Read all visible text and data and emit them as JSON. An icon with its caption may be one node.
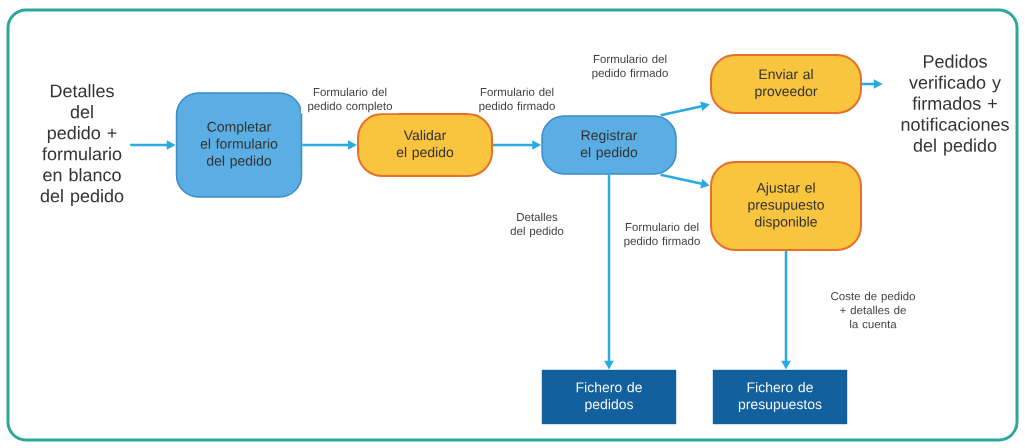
{
  "diagram": {
    "nodes": [
      {
        "text": [
          "Detalles del pedido + formulario en blanco del pedido"
        ]
      },
      {
        "text": [
          "Completar el formulario del pedido"
        ]
      },
      {
        "text": [
          "Validar el pedido"
        ]
      },
      {
        "text": [
          "Registrar el pedido"
        ]
      },
      {
        "text": [
          "Enviar al proveedor"
        ]
      },
      {
        "text": [
          "Pedidos verificado y firmados + notificaciones del pedido"
        ]
      },
      {
        "text": [
          "Ajustar el presupuesto disponible"
        ]
      },
      {
        "text": [
          "Fichero de pedidos"
        ]
      },
      {
        "text": [
          "Fichero de presupuestos"
        ]
      }
    ],
    "edges": [
      {
        "from": 0,
        "to": 1,
        "arrow": "to"
      },
      {
        "from": 1,
        "to": 2,
        "arrow": "to",
        "label": "Formulario del pedido completo"
      },
      {
        "from": 2,
        "to": 3,
        "arrow": "to",
        "label": "Formulario del pedido firmado"
      },
      {
        "from": 3,
        "to": 4,
        "arrow": "to",
        "label": "Formulario del pedido firmado"
      },
      {
        "from": 4,
        "to": 5,
        "arrow": "to"
      },
      {
        "from": 3,
        "to": 6,
        "arrow": "to",
        "label": "Formulario del pedido firmado"
      },
      {
        "from": 3,
        "to": 7,
        "arrow": "to",
        "label": "Detalles del pedido"
      },
      {
        "from": 6,
        "to": 8,
        "arrow": "to",
        "label": "Coste de pedido + detalles de la cuenta"
      }
    ]
  }
}
